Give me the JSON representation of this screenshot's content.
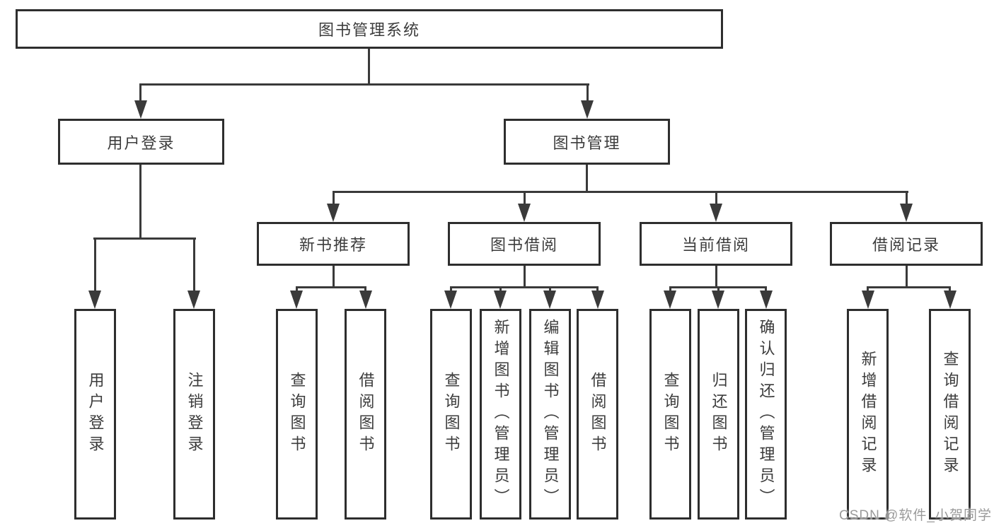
{
  "diagram": {
    "root": {
      "label": "图书管理系统"
    },
    "level2": {
      "user_login": {
        "label": "用户登录"
      },
      "book_management": {
        "label": "图书管理"
      }
    },
    "level3": {
      "new_book_recommend": {
        "label": "新书推荐"
      },
      "book_borrowing": {
        "label": "图书借阅"
      },
      "current_borrowing": {
        "label": "当前借阅"
      },
      "borrowing_records": {
        "label": "借阅记录"
      }
    },
    "leaves": {
      "user_login_leaf": {
        "label": "用户登录"
      },
      "logout": {
        "label": "注销登录"
      },
      "nb_query_books": {
        "label": "查询图书"
      },
      "nb_borrow_books": {
        "label": "借阅图书"
      },
      "bb_query_books": {
        "label": "查询图书"
      },
      "bb_add_books": {
        "label": "新增图书（管理员）"
      },
      "bb_edit_books": {
        "label": "编辑图书（管理员）"
      },
      "bb_borrow_books": {
        "label": "借阅图书"
      },
      "cb_query_books": {
        "label": "查询图书"
      },
      "cb_return_books": {
        "label": "归还图书"
      },
      "cb_confirm_return": {
        "label": "确认归还（管理员）"
      },
      "br_add_record": {
        "label": "新增借阅记录"
      },
      "br_query_record": {
        "label": "查询借阅记录"
      }
    },
    "watermark": {
      "label": "CSDN @软件_小贺同学"
    },
    "colors": {
      "line": "#3a3a3a",
      "border": "#2e2e2e",
      "text": "#3c3c3c",
      "watermark": "#9a9a9a"
    }
  }
}
